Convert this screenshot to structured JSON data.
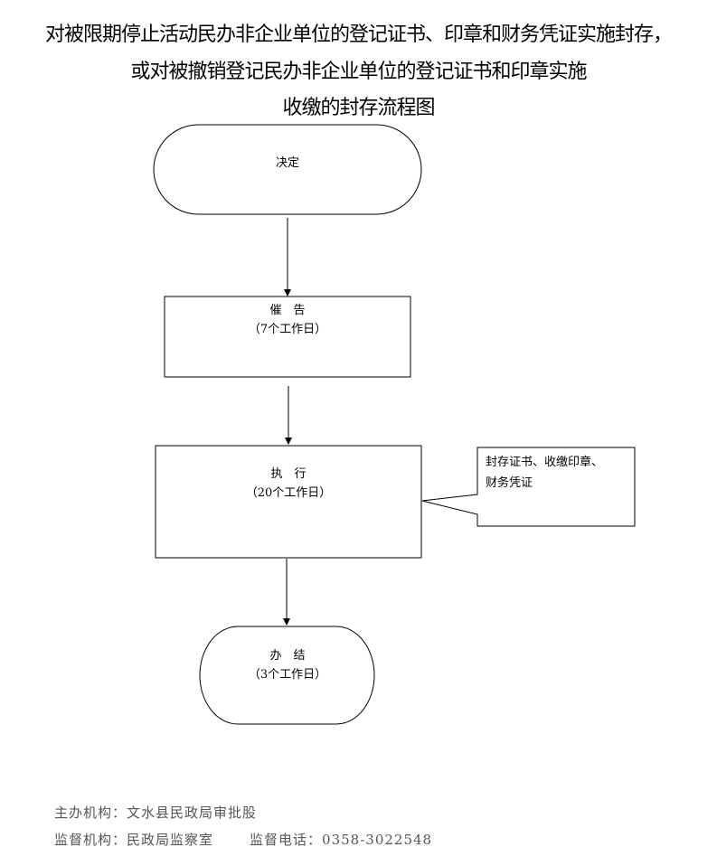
{
  "title": {
    "line1": "对被限期停止活动民办非企业单位的登记证书、印章和财务凭证实施封存，",
    "line2": "或对被撤销登记民办非企业单位的登记证书和印章实施",
    "line3": "收缴的封存流程图"
  },
  "flow": {
    "decide": {
      "label": "决定"
    },
    "urge": {
      "label": "催　告",
      "days": "（7个工作日）"
    },
    "execute": {
      "label": "执　行",
      "days": "（20个工作日）"
    },
    "callout": {
      "line1": "封存证书、收缴印章、",
      "line2": "财务凭证"
    },
    "finish": {
      "label": "办　结",
      "days": "（3个工作日）"
    }
  },
  "footer": {
    "host_label": "主办机构：",
    "host_value": "文水县民政局审批股",
    "supervise_label": "监督机构：",
    "supervise_value": "民政局监察室",
    "phone_label": "监督电话：",
    "phone_value": "0358-3022548"
  }
}
